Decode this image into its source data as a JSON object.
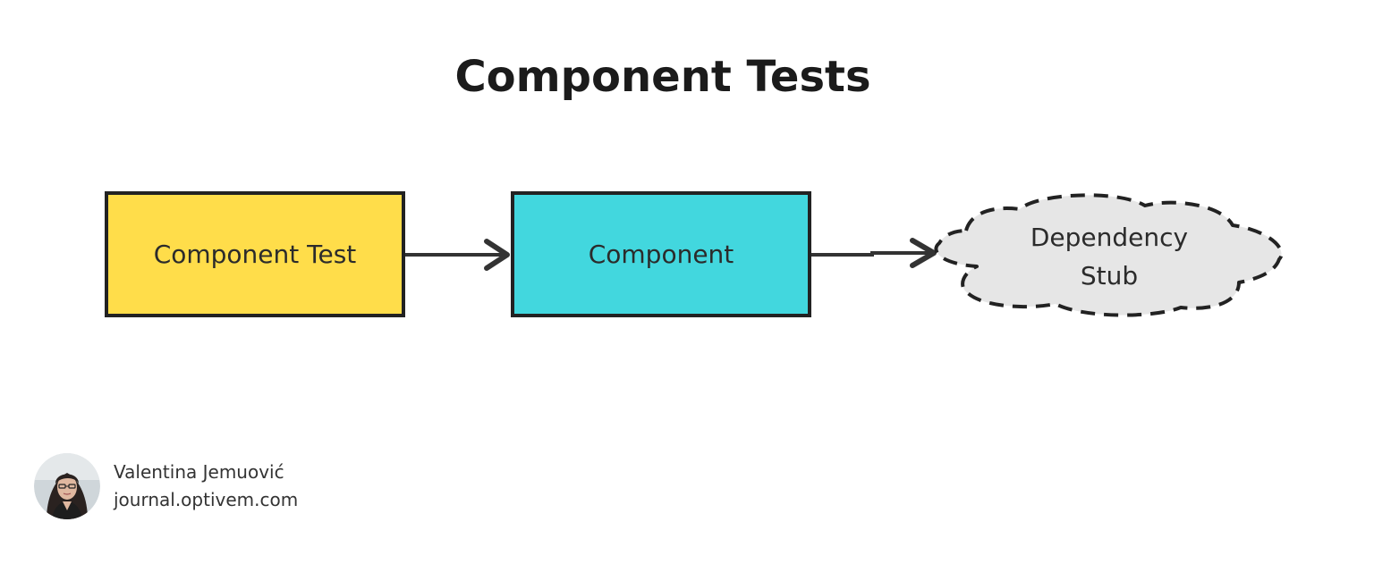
{
  "title": "Component Tests",
  "nodes": {
    "component_test": {
      "label": "Component Test",
      "fill": "#FFDD4A"
    },
    "component": {
      "label": "Component",
      "fill": "#42D7DE"
    },
    "dependency_stub": {
      "label_line1": "Dependency",
      "label_line2": "Stub",
      "fill": "#E6E6E6",
      "border_style": "dashed"
    }
  },
  "edges": [
    {
      "from": "Component Test",
      "to": "Component"
    },
    {
      "from": "Component",
      "to": "Dependency Stub"
    }
  ],
  "author": {
    "name": "Valentina Jemuović",
    "site": "journal.optivem.com",
    "avatar_icon": "person-photo-icon"
  },
  "colors": {
    "stroke": "#222222",
    "arrow": "#333333"
  }
}
